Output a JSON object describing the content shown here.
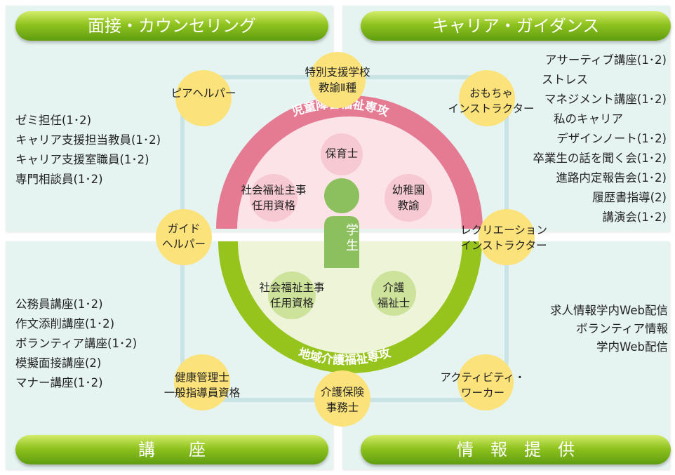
{
  "sections": {
    "interview": {
      "title": "面接・カウンセリング",
      "items": [
        "ゼミ担任(1･2)",
        "キャリア支援担当教員(1･2)",
        "キャリア支援室職員(1･2)",
        "専門相談員(1･2)"
      ]
    },
    "career": {
      "title": "キャリア・ガイダンス",
      "items": [
        "アサーティブ講座(1･2)",
        "ストレス",
        "マネジメント講座(1･2)",
        "私のキャリア",
        "デザインノート(1･2)",
        "卒業生の話を聞く会(1･2)",
        "進路内定報告会(1･2)",
        "履歴書指導(2)",
        "講演会(1･2)"
      ]
    },
    "lectures": {
      "title": "講　　座",
      "items": [
        "公務員講座(1･2)",
        "作文添削講座(1･2)",
        "ボランティア講座(1･2)",
        "模擬面接講座(2)",
        "マナー講座(1･2)"
      ]
    },
    "info": {
      "title": "情　報　提　供",
      "items": [
        "求人情報学内Web配信",
        "ボランティア情報",
        "学内Web配信"
      ]
    }
  },
  "ring_qualifications": {
    "top": [
      "特別支援学校",
      "教諭Ⅱ種"
    ],
    "top_left": [
      "ピアヘルパー"
    ],
    "top_right": [
      "おもちゃ",
      "インストラクター"
    ],
    "mid_left": [
      "ガイド",
      "ヘルパー"
    ],
    "mid_right": [
      "レクリエーション",
      "インストラクター"
    ],
    "bottom_left": [
      "健康管理士",
      "一般指導員資格"
    ],
    "bottom": [
      "介護保険",
      "事務士"
    ],
    "bottom_right": [
      "アクティビティ・",
      "ワーカー"
    ]
  },
  "upper_major": {
    "title": "児童障害福祉専攻",
    "quals": {
      "nursery": [
        "保育士"
      ],
      "social": [
        "社会福祉主事",
        "任用資格"
      ],
      "kindergarten": [
        "幼稚園",
        "教諭"
      ]
    }
  },
  "lower_major": {
    "title": "地域介護福祉専攻",
    "quals": {
      "social": [
        "社会福祉主事",
        "任用資格"
      ],
      "care": [
        "介護",
        "福祉士"
      ]
    }
  },
  "center": {
    "label": [
      "学",
      "生"
    ]
  },
  "colors": {
    "quadrant_bg": "#e6f4f1",
    "banner_green": "#8fc31f",
    "ring": "#c8e4e5",
    "yellow_circle": "#fbe27a",
    "pink_band": "#e57a93",
    "pink_fill": "#fbe3e8",
    "pink_circle": "#f7c9d3",
    "green_band": "#97c41c",
    "green_fill": "#edf4d8",
    "green_circle": "#cde29a",
    "student": "#8cbf5e"
  }
}
